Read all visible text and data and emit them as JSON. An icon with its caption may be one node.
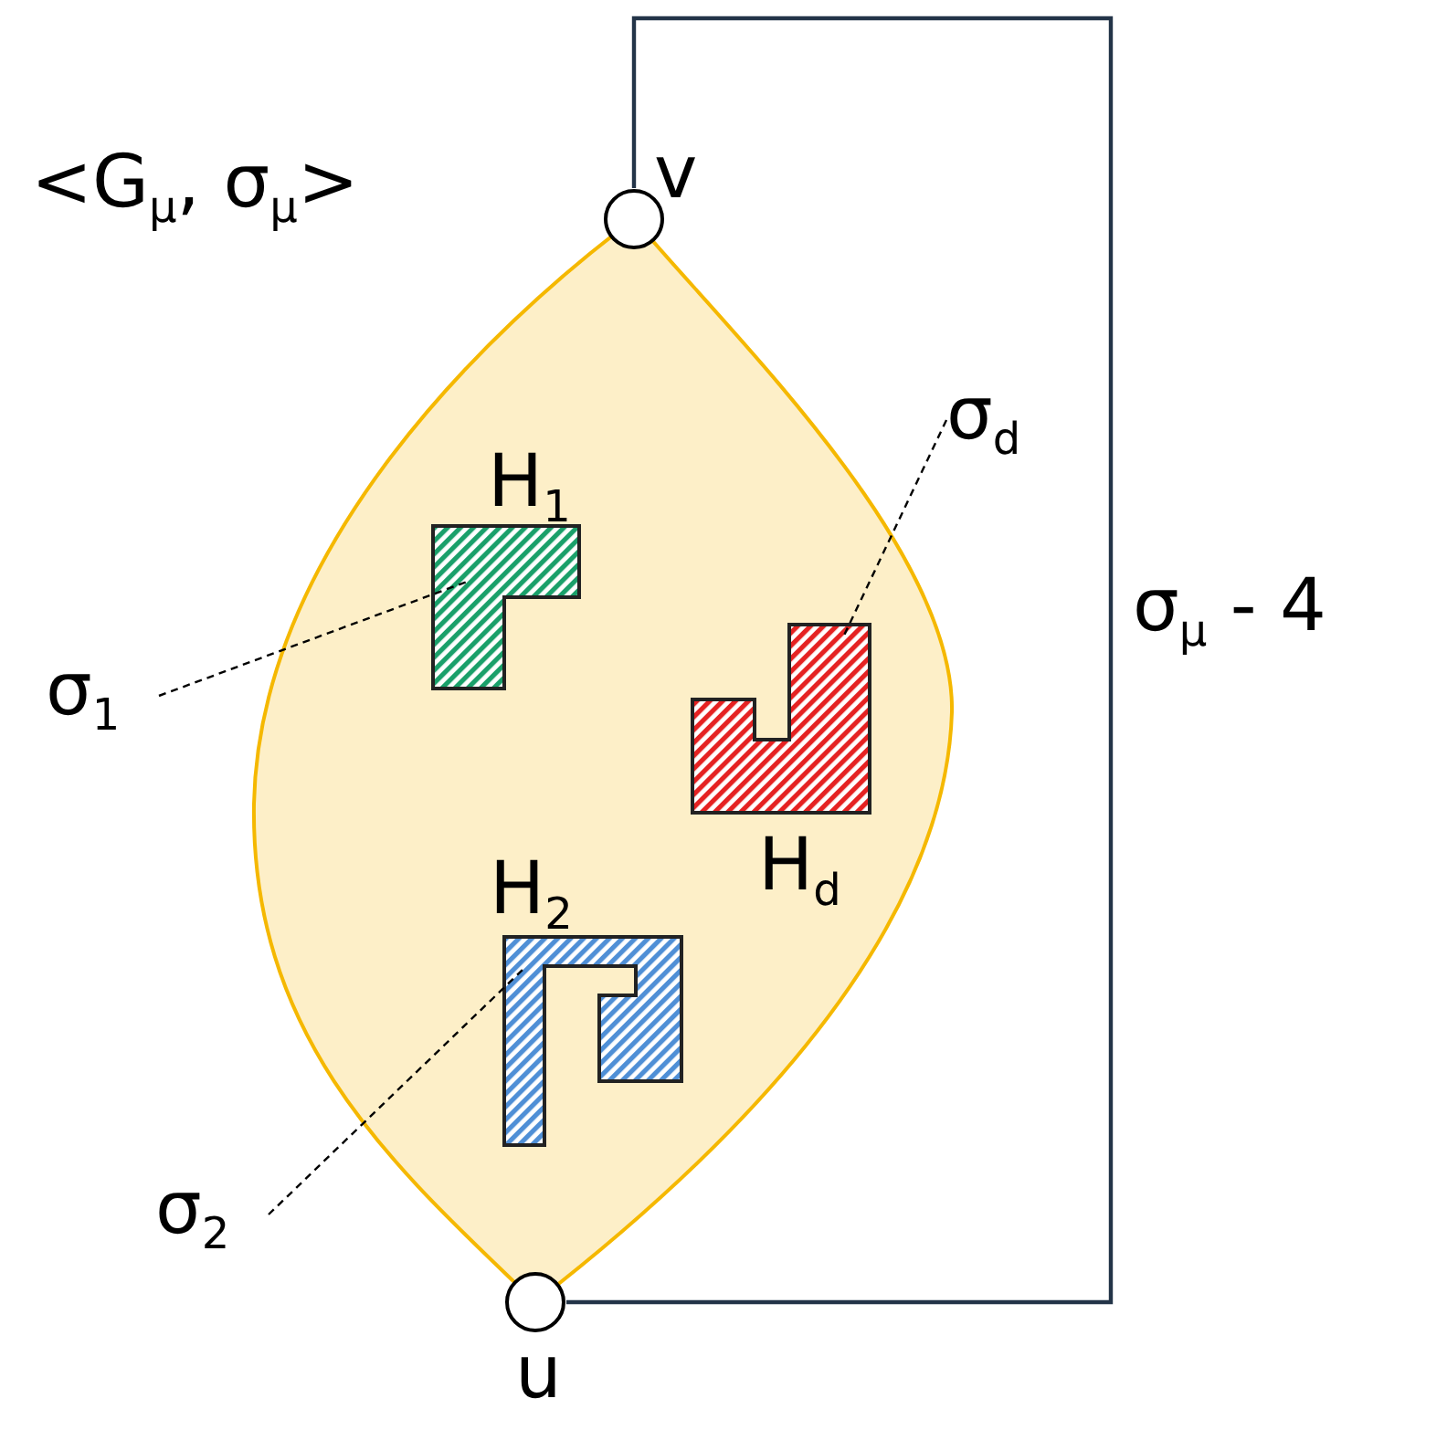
{
  "diagram": {
    "nodes": [
      {
        "text": [
          "<G$_{μ}$, σ$_{μ}$>"
        ]
      },
      {
        "text": [],
        "shape": "circle",
        "beside": [
          "v"
        ]
      },
      {
        "text": [],
        "shape": "circle",
        "beside": [
          "u"
        ]
      },
      {
        "text": [
          "H$_{1}$"
        ],
        "in": 0
      },
      {
        "text": [
          "H$_{d}$"
        ],
        "in": 0
      },
      {
        "text": [
          "H$_{2}$"
        ],
        "in": 0
      },
      {
        "text": [
          "σ$_{1}$"
        ]
      },
      {
        "text": [
          "σ$_{2}$"
        ]
      },
      {
        "text": [
          "σ$_{d}$"
        ]
      }
    ],
    "edges": [
      {
        "from": 1,
        "to": 2,
        "arrow": "none",
        "label": "σ$_{μ}$ - 4"
      },
      {
        "from": 6,
        "to": 3,
        "arrow": "none",
        "style": "dashed"
      },
      {
        "from": 7,
        "to": 5,
        "arrow": "none",
        "style": "dashed"
      },
      {
        "from": 8,
        "to": 4,
        "arrow": "none",
        "style": "dashed"
      }
    ]
  }
}
